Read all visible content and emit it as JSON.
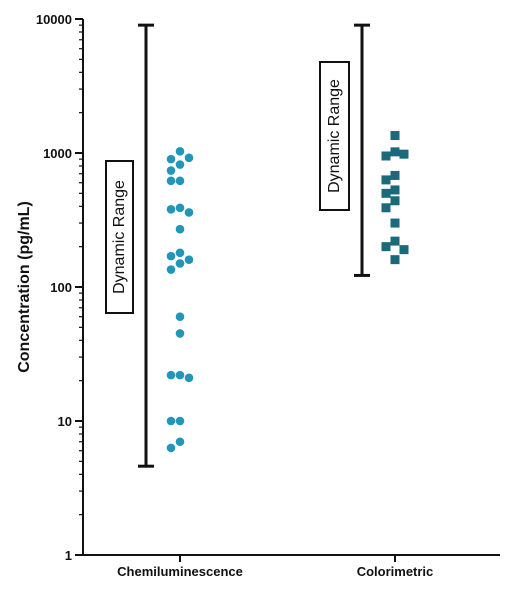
{
  "chart_data": {
    "type": "scatter",
    "ylabel": "Concentration (pg/mL)",
    "y_scale": "log",
    "ylim": [
      1,
      10000
    ],
    "y_ticks": [
      "1",
      "10",
      "100",
      "1000",
      "10000"
    ],
    "categories": [
      "Chemiluminescence",
      "Colorimetric"
    ],
    "series": [
      {
        "category": "Chemiluminescence",
        "marker": "circle",
        "color": "#2196b8",
        "values": [
          1030,
          900,
          920,
          820,
          740,
          620,
          620,
          390,
          380,
          360,
          270,
          180,
          170,
          160,
          150,
          135,
          60,
          45,
          22,
          22,
          21,
          10,
          10,
          7,
          6.3
        ]
      },
      {
        "category": "Colorimetric",
        "marker": "square",
        "color": "#1a6a7c",
        "values": [
          1350,
          1020,
          950,
          980,
          680,
          630,
          530,
          500,
          440,
          390,
          300,
          220,
          200,
          190,
          160
        ]
      }
    ],
    "ranges": [
      {
        "category": "Chemiluminescence",
        "label": "Dynamic Range",
        "min": 4.6,
        "max": 9000
      },
      {
        "category": "Colorimetric",
        "label": "Dynamic Range",
        "min": 122,
        "max": 9000
      }
    ]
  }
}
